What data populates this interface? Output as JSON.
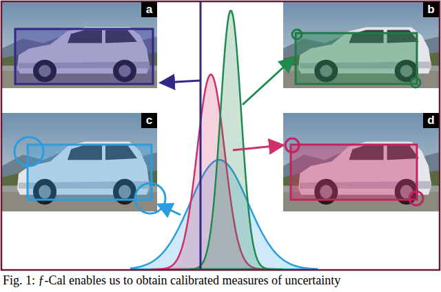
{
  "diagram": {
    "caption": "Fig. 1: ƒ-Cal enables us to obtain calibrated measures of uncertainty",
    "labels": [
      "a",
      "b",
      "c",
      "d"
    ]
  }
}
